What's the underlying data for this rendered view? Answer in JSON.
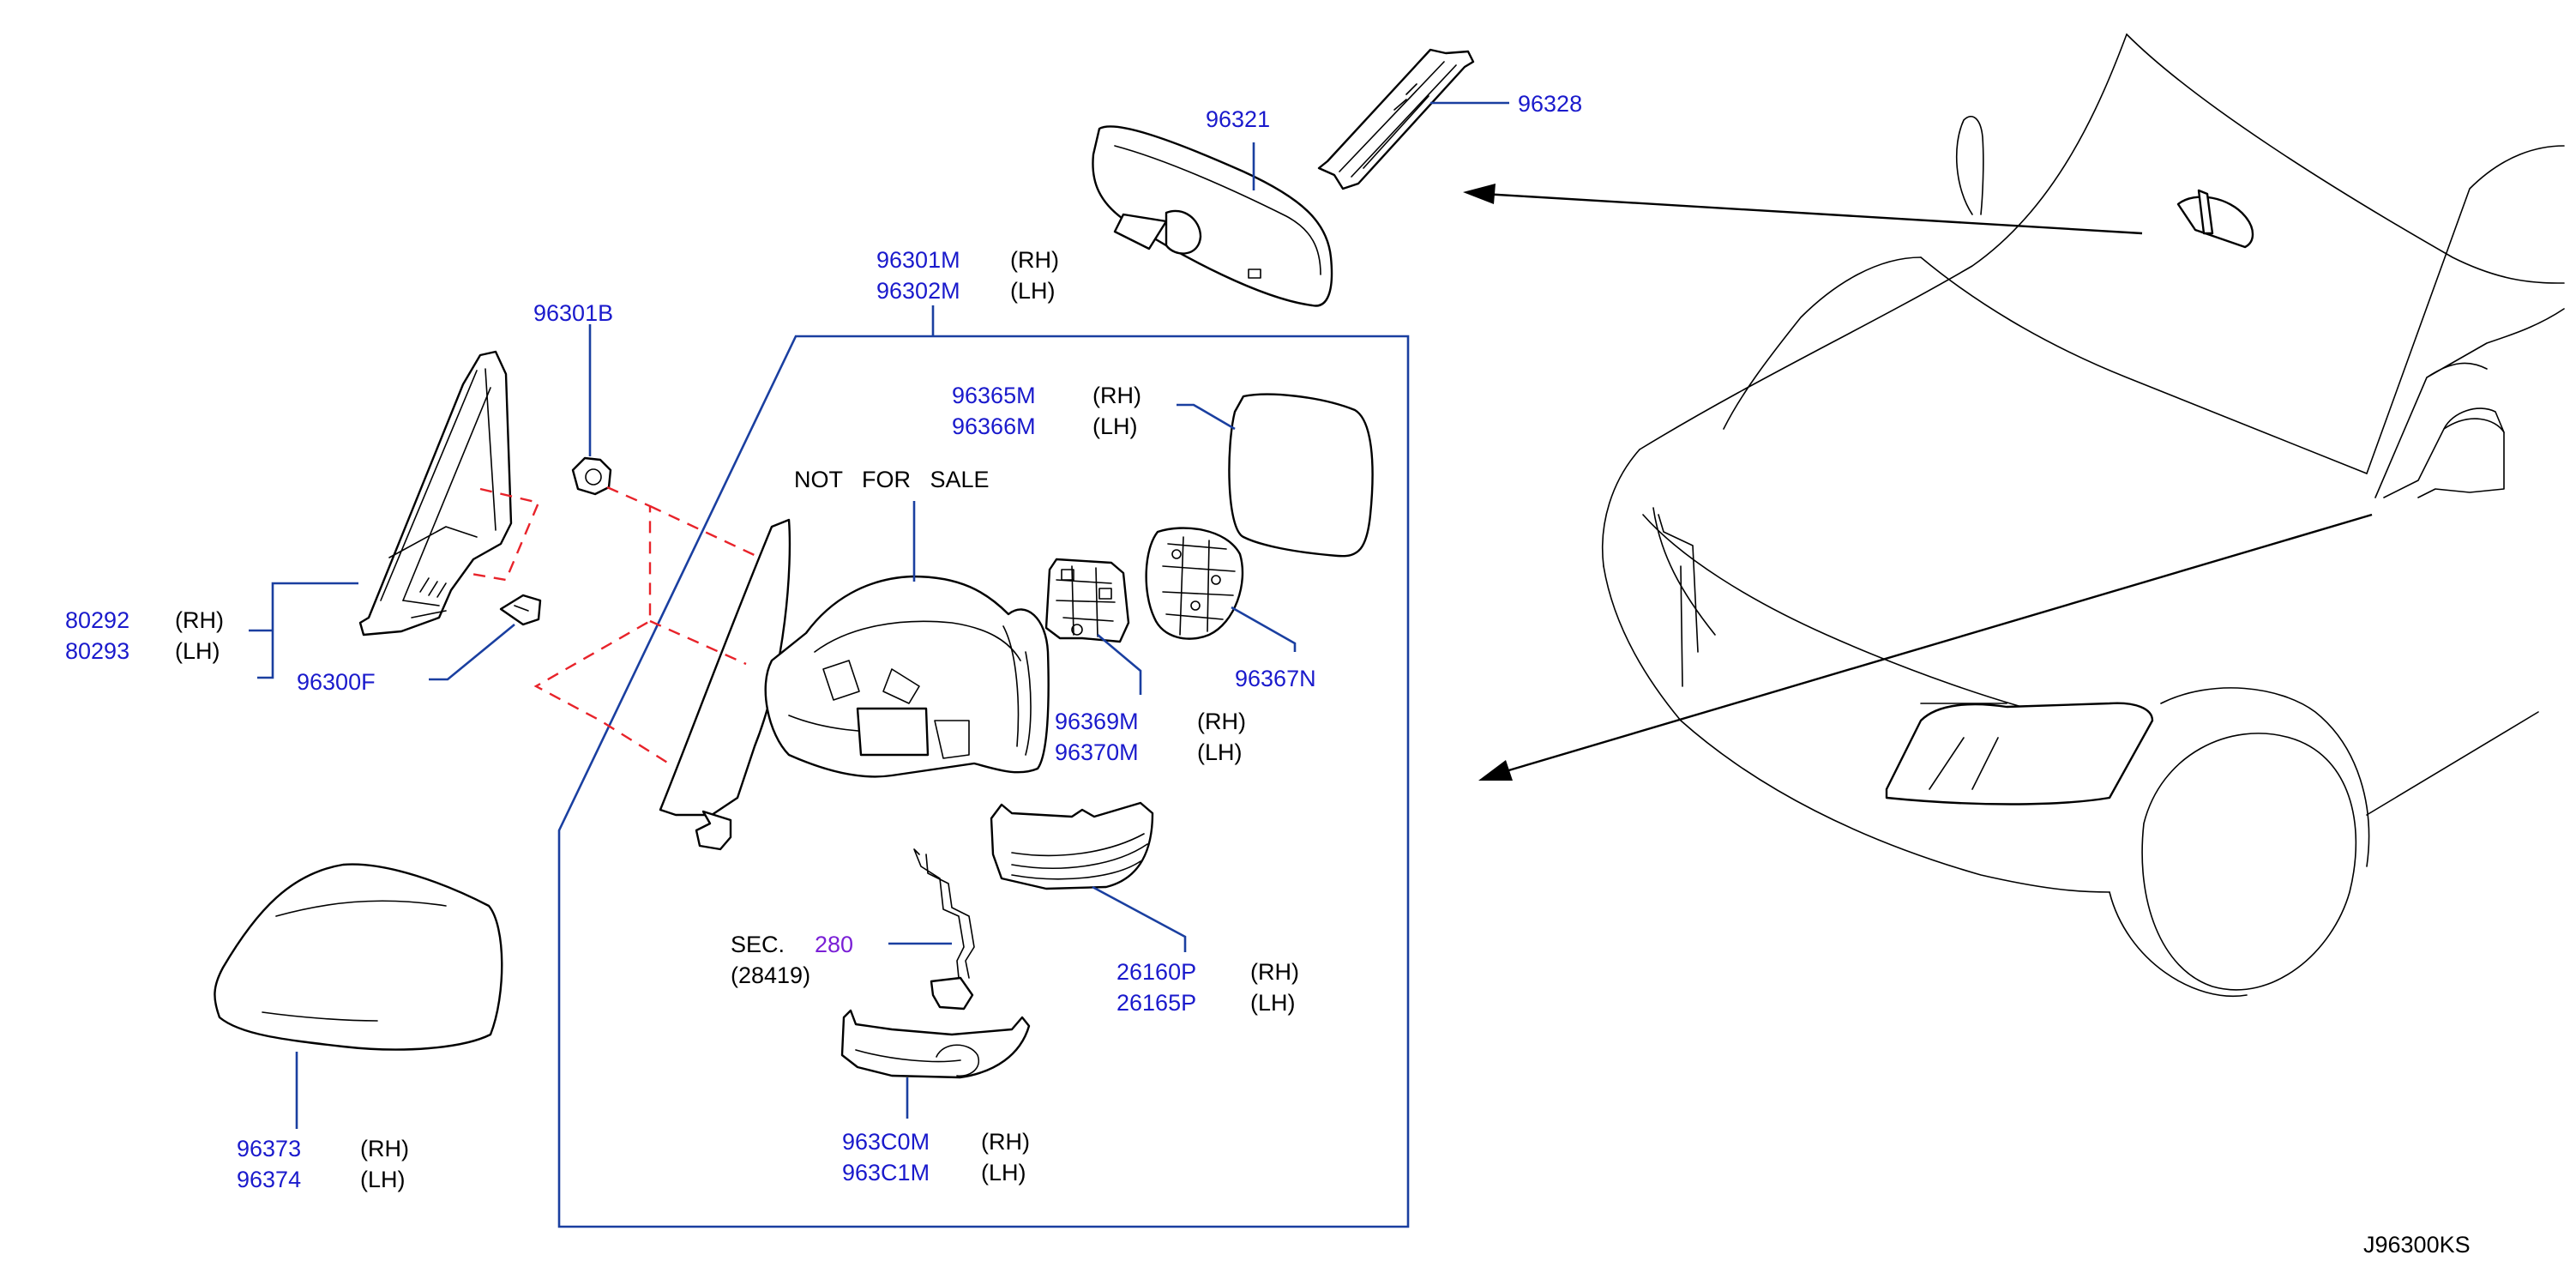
{
  "diagram": {
    "code": "J96300KS",
    "note": "NOT   FOR   SALE",
    "sec_label": "SEC.",
    "sec_ref": "280",
    "sec_sub": "(28419)"
  },
  "labels": {
    "p96321": "96321",
    "p96328": "96328",
    "p96301M": "96301M",
    "p96301M_side": "(RH)",
    "p96302M": "96302M",
    "p96302M_side": "(LH)",
    "p96301B": "96301B",
    "p96365M": "96365M",
    "p96365M_side": "(RH)",
    "p96366M": "96366M",
    "p96366M_side": "(LH)",
    "p80292": "80292",
    "p80292_side": "(RH)",
    "p80293": "80293",
    "p80293_side": "(LH)",
    "p96300F": "96300F",
    "p96367N": "96367N",
    "p96369M": "96369M",
    "p96369M_side": "(RH)",
    "p96370M": "96370M",
    "p96370M_side": "(LH)",
    "p26160P": "26160P",
    "p26160P_side": "(RH)",
    "p26165P": "26165P",
    "p26165P_side": "(LH)",
    "p96373": "96373",
    "p96373_side": "(RH)",
    "p96374": "96374",
    "p96374_side": "(LH)",
    "p963C0M": "963C0M",
    "p963C0M_side": "(RH)",
    "p963C1M": "963C1M",
    "p963C1M_side": "(LH)"
  },
  "colors": {
    "part_number": "#1a1acc",
    "leader": "#1a3fa0",
    "exploded_line": "#e8232a",
    "section_ref": "#7a1fd6"
  }
}
